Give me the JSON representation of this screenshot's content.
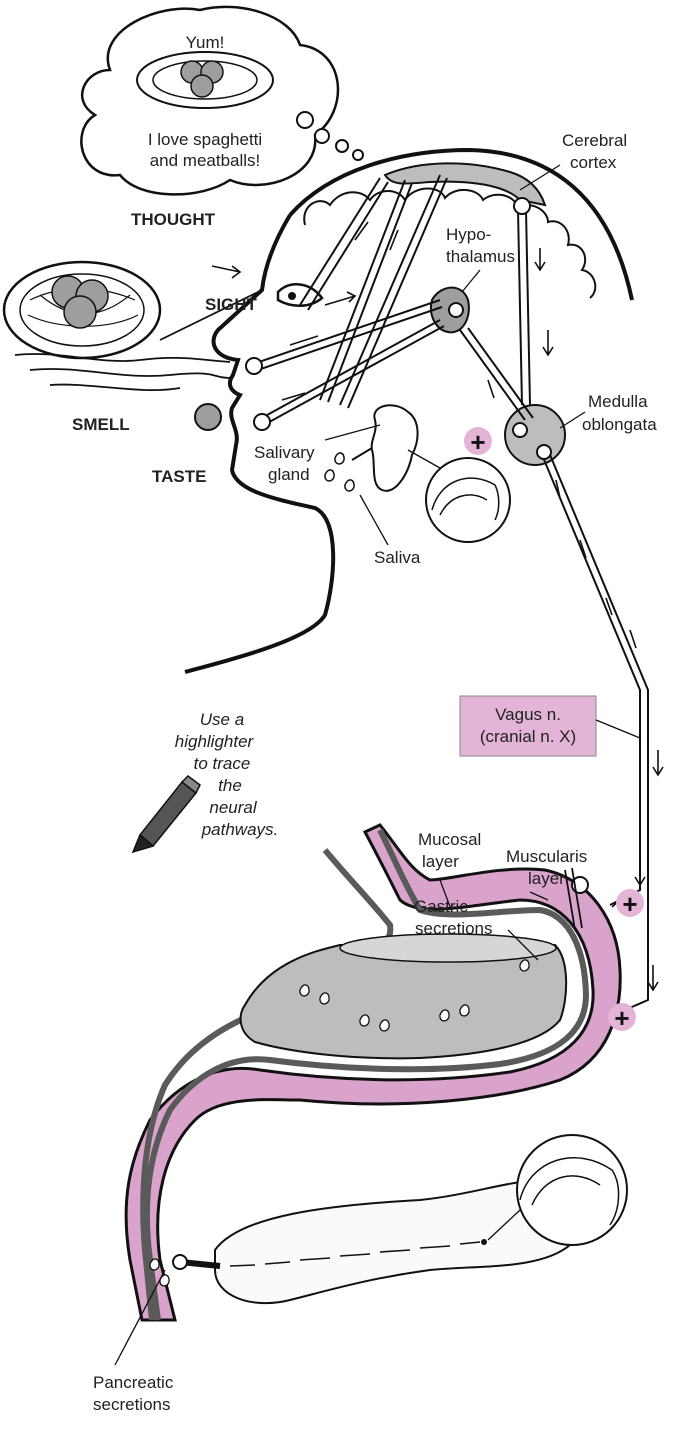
{
  "colors": {
    "accent_pink": "#e3b4d6",
    "wall_pink": "#d9a3cc",
    "dark_gray": "#5a5a5a",
    "fill_gray": "#bdbdbd",
    "line": "#111111"
  },
  "labels": {
    "thought_bubble_line1": "Yum!",
    "thought_bubble_line2": "I love spaghetti",
    "thought_bubble_line3": "and meatballs!",
    "thought": "THOUGHT",
    "sight": "SIGHT",
    "smell": "SMELL",
    "taste": "TASTE",
    "cerebral_cortex_1": "Cerebral",
    "cerebral_cortex_2": "cortex",
    "hypothalamus_1": "Hypo-",
    "hypothalamus_2": "thalamus",
    "medulla_1": "Medulla",
    "medulla_2": "oblongata",
    "salivary_1": "Salivary",
    "salivary_2": "gland",
    "saliva": "Saliva",
    "vagus_1": "Vagus n.",
    "vagus_2": "(cranial n. X)",
    "instruction_1": "Use a",
    "instruction_2": "highlighter",
    "instruction_3": "to trace",
    "instruction_4": "the",
    "instruction_5": "neural",
    "instruction_6": "pathways.",
    "mucosal_1": "Mucosal",
    "mucosal_2": "layer",
    "muscularis_1": "Muscularis",
    "muscularis_2": "layer",
    "gastric_1": "Gastric",
    "gastric_2": "secretions",
    "pancreatic_1": "Pancreatic",
    "pancreatic_2": "secretions",
    "plus_sign": "+"
  }
}
